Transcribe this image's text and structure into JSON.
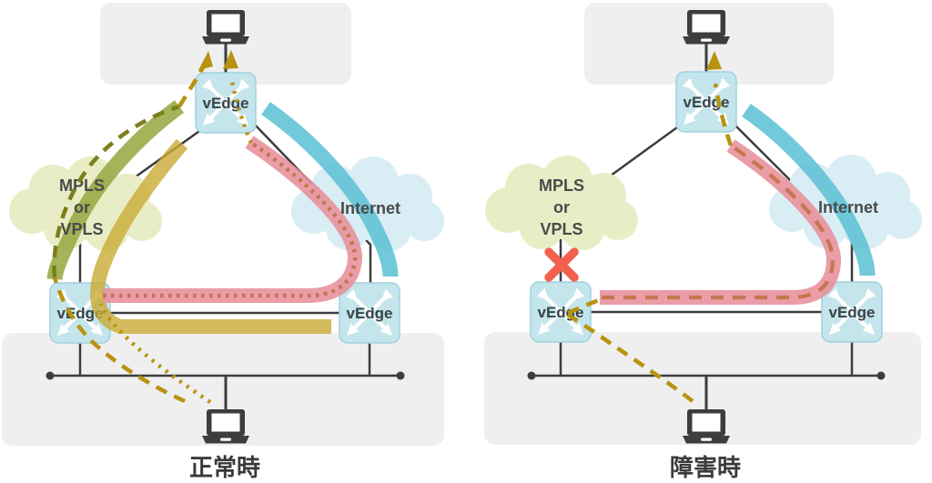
{
  "diagram": {
    "panels": [
      {
        "id": "normal",
        "caption": "正常時"
      },
      {
        "id": "failure",
        "caption": "障害時"
      }
    ],
    "labels": {
      "vedge": "vEdge",
      "mpls_line1": "MPLS",
      "mpls_line2": "or",
      "mpls_line3": "VPLS",
      "internet": "Internet"
    },
    "colors": {
      "site_zone_bg": "#efefef",
      "connector_line": "#3d3d3d",
      "vedge_fill": "#c4e5ec",
      "mpls_cloud": "#e9edc6",
      "internet_cloud": "#d9edf4",
      "mpls_tunnel_band_green": "#93a73e",
      "mpls_tunnel_band_mustard": "#c9aa35",
      "internet_tunnel_band_blue": "#5ec1d5",
      "internet_tunnel_band_pink": "#e7909a",
      "active_path_dash": "#b8930f",
      "path_over_pink": "#c67550",
      "failure_x": "#f3604e"
    }
  }
}
